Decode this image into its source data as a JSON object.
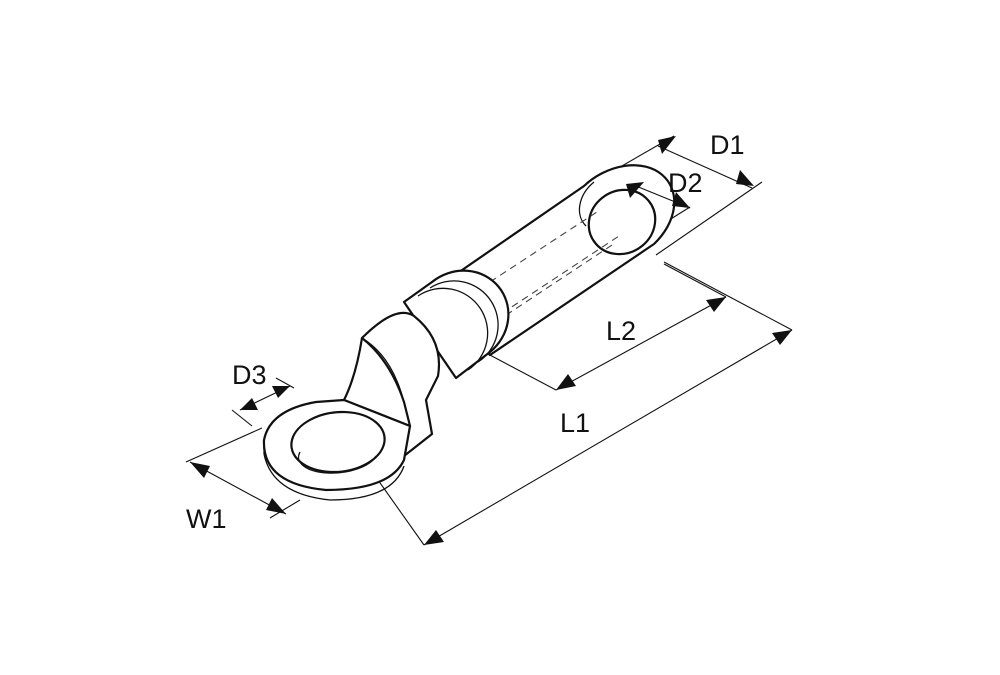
{
  "diagram": {
    "colors": {
      "line": "#111111",
      "background": "#ffffff"
    },
    "labels": {
      "d1": "D1",
      "d2": "D2",
      "d3": "D3",
      "l1": "L1",
      "l2": "L2",
      "w1": "W1"
    }
  }
}
